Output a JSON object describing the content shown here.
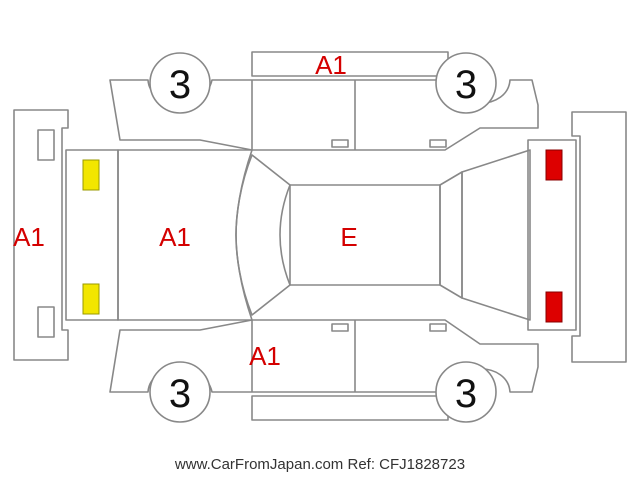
{
  "wheels": [
    "3",
    "3",
    "3",
    "3"
  ],
  "codes": {
    "roof_top": "A1",
    "front_bumper": "A1",
    "hood": "A1",
    "roof": "E",
    "door_bottom": "A1"
  },
  "footer": {
    "site": "www.CarFromJapan.com",
    "ref": "Ref: CFJ1828723"
  },
  "colors": {
    "outline": "#777777",
    "code_text": "#d40000",
    "headlight": "#f2e600",
    "taillight": "#dd0000"
  }
}
